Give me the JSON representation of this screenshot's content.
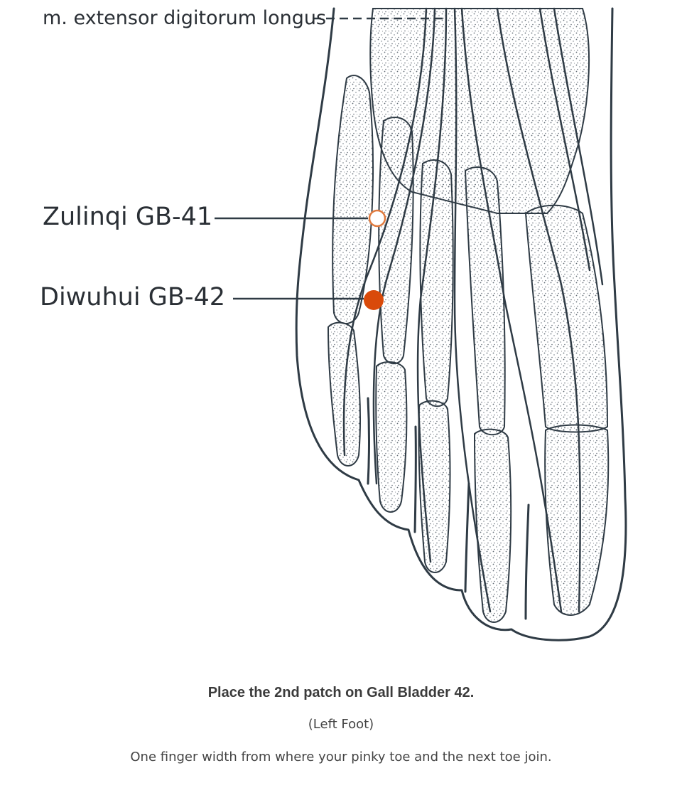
{
  "diagram": {
    "top_label": "m. extensor digitorum longus",
    "points": [
      {
        "label": "Zulinqi GB-41",
        "marker": "open-circle",
        "color": "#e07a3e"
      },
      {
        "label": "Diwuhui GB-42",
        "marker": "filled-circle",
        "color": "#d94a0a"
      }
    ],
    "line_color": "#2f3b45"
  },
  "caption": {
    "title": "Place the 2nd patch on Gall Bladder 42.",
    "subtitle": "(Left Foot)",
    "description": "One finger width from where your pinky toe and the next toe join."
  }
}
